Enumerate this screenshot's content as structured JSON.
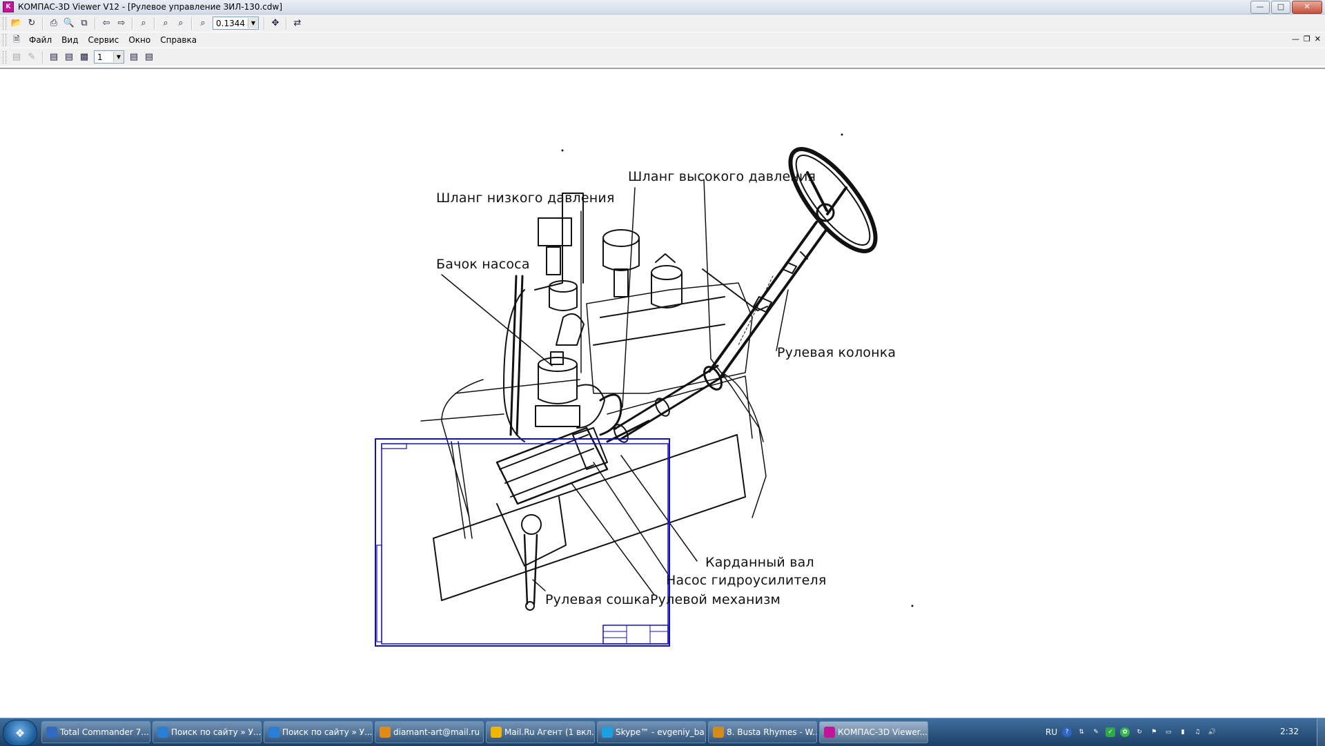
{
  "window": {
    "title": "КОМПАС-3D Viewer V12 - [Рулевое управление ЗИЛ-130.cdw]",
    "app_icon": "kompas-icon",
    "controls": [
      "minimize",
      "maximize",
      "close"
    ]
  },
  "toolbar1": {
    "zoom_value": "0.1344",
    "buttons": [
      "open-icon",
      "save-icon",
      "print-icon",
      "print-preview-icon",
      "copy-icon",
      "back-icon",
      "forward-icon",
      "zoom-icon",
      "zoom-window-icon",
      "zoom-in-icon",
      "zoom-scale-icon",
      "pan-icon",
      "redraw-icon"
    ]
  },
  "menu": {
    "items": [
      "Файл",
      "Вид",
      "Сервис",
      "Окно",
      "Справка"
    ]
  },
  "toolbar2": {
    "page_value": "1"
  },
  "drawing": {
    "labels": {
      "high_pressure_hose": "Шланг высокого давления",
      "low_pressure_hose": "Шланг низкого давления",
      "pump_tank": "Бачок насоса",
      "steering_column": "Рулевая колонка",
      "cardan_shaft": "Карданный вал",
      "power_steering_pump": "Насос гидроусилителя",
      "pitman_arm": "Рулевая сошка",
      "steering_gear": "Рулевой механизм"
    },
    "frame_color": "#1010c0"
  },
  "taskbar": {
    "tasks": [
      {
        "label": "Total Commander 7....",
        "icon": "total-commander-icon",
        "color": "#2f6bbf"
      },
      {
        "label": "Поиск по сайту » У...",
        "icon": "ie-icon",
        "color": "#2a7fd4"
      },
      {
        "label": "Поиск по сайту » У...",
        "icon": "ie-icon",
        "color": "#2a7fd4"
      },
      {
        "label": "diamant-art@mail.ru",
        "icon": "mail-icon",
        "color": "#e08a1a"
      },
      {
        "label": "Mail.Ru Агент (1 вкл...",
        "icon": "agent-icon",
        "color": "#f2b600"
      },
      {
        "label": "Skype™ - evgeniy_ba...",
        "icon": "skype-icon",
        "color": "#1ea0e0"
      },
      {
        "label": "8. Busta Rhymes - W...",
        "icon": "winamp-icon",
        "color": "#d58a1a"
      },
      {
        "label": "КОМПАС-3D Viewer...",
        "icon": "kompas-icon",
        "color": "#c0179a"
      }
    ],
    "tray": {
      "language": "RU",
      "icons": [
        "help-icon",
        "network-tray-icon",
        "pen-icon",
        "green-shield-icon",
        "icq-icon",
        "update-icon",
        "action-center-icon",
        "display-icon",
        "battery-icon",
        "speaker-icon",
        "volume-icon"
      ]
    },
    "clock": "2:32"
  }
}
